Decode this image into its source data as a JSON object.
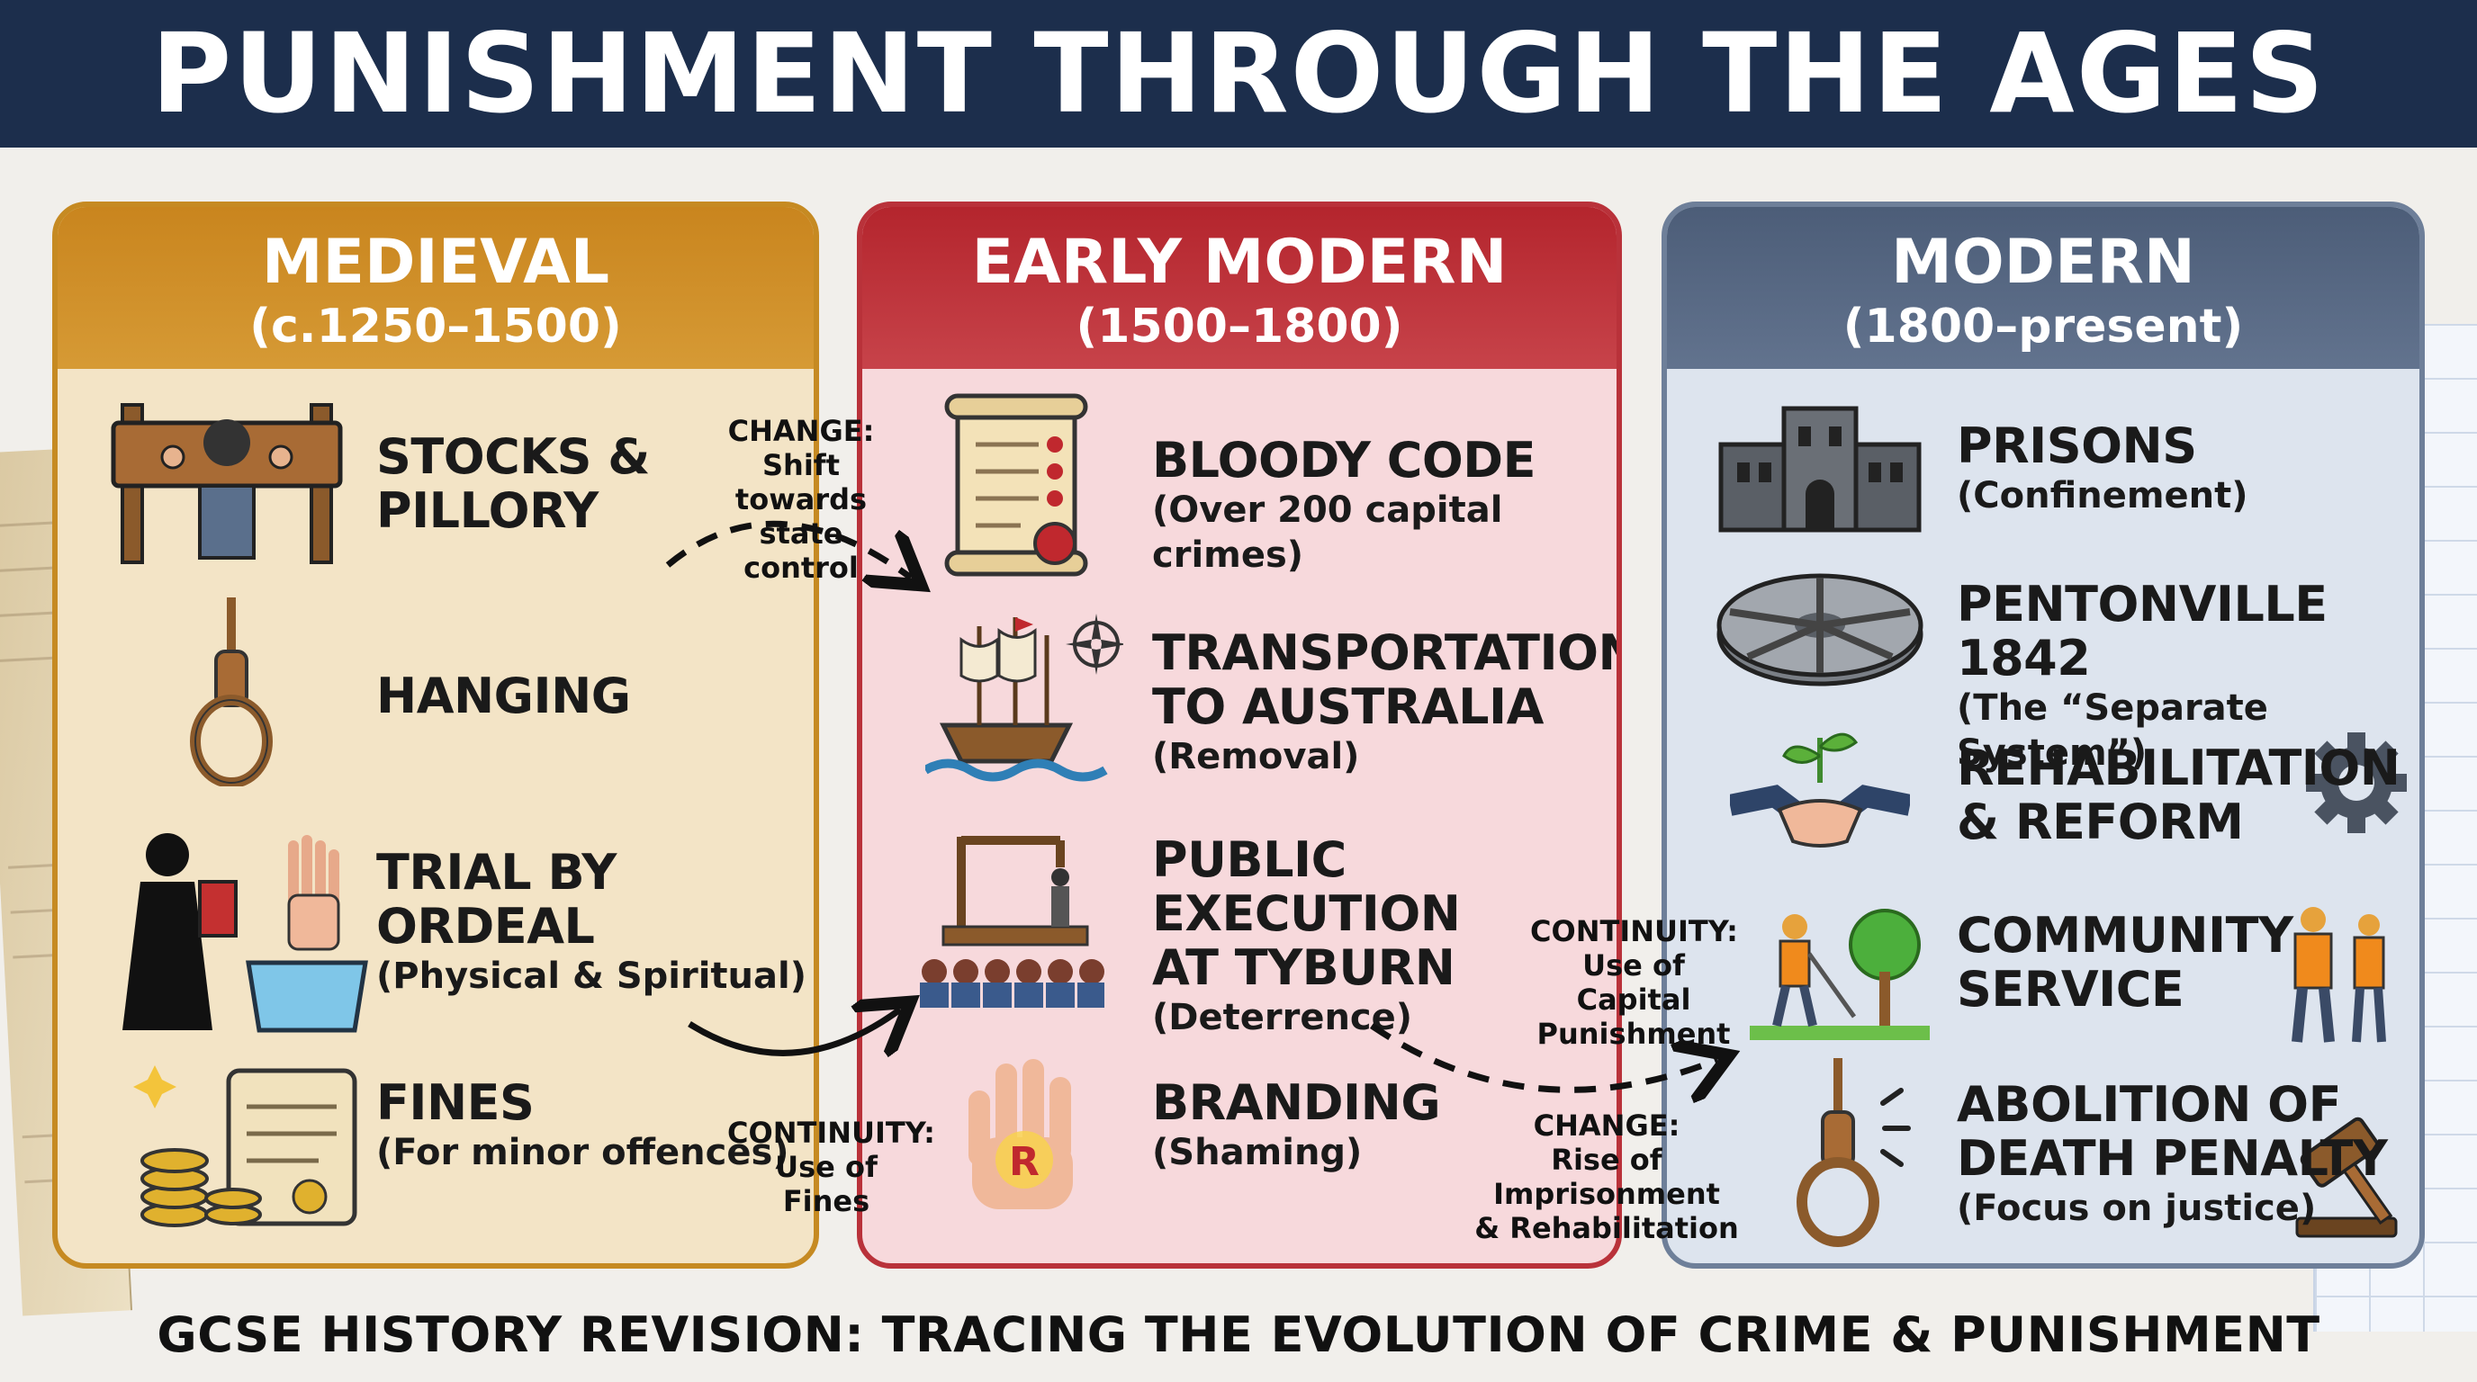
{
  "title": "PUNISHMENT THROUGH THE AGES",
  "footer": "GCSE HISTORY REVISION: TRACING THE EVOLUTION OF CRIME & PUNISHMENT",
  "periods": [
    {
      "name": "MEDIEVAL",
      "dates": "(c.1250–1500)",
      "items": [
        {
          "title_1": "STOCKS &",
          "title_2": "PILLORY",
          "sub": ""
        },
        {
          "title_1": "HANGING",
          "title_2": "",
          "sub": ""
        },
        {
          "title_1": "TRIAL BY",
          "title_2": "ORDEAL",
          "sub": "(Physical & Spiritual)"
        },
        {
          "title_1": "FINES",
          "title_2": "",
          "sub": "(For minor offences)"
        }
      ]
    },
    {
      "name": "EARLY MODERN",
      "dates": "(1500–1800)",
      "items": [
        {
          "title_1": "BLOODY CODE",
          "title_2": "",
          "sub": "(Over 200 capital crimes)"
        },
        {
          "title_1": "TRANSPORTATION",
          "title_2": "TO AUSTRALIA",
          "sub": "(Removal)"
        },
        {
          "title_1": "PUBLIC EXECUTION",
          "title_2": "AT TYBURN",
          "sub": "(Deterrence)"
        },
        {
          "title_1": "BRANDING",
          "title_2": "",
          "sub": "(Shaming)"
        }
      ]
    },
    {
      "name": "MODERN",
      "dates": "(1800–present)",
      "items": [
        {
          "title_1": "PRISONS",
          "title_2": "",
          "sub": "(Confinement)"
        },
        {
          "title_1": "PENTONVILLE 1842",
          "title_2": "",
          "sub": "(The “Separate System”)"
        },
        {
          "title_1": "REHABILITATION",
          "title_2": "& REFORM",
          "sub": ""
        },
        {
          "title_1": "COMMUNITY",
          "title_2": "SERVICE",
          "sub": ""
        },
        {
          "title_1": "ABOLITION OF",
          "title_2": "DEATH PENALTY",
          "sub": "(Focus on justice)"
        }
      ]
    }
  ],
  "notes": {
    "change_1": {
      "label": "CHANGE:",
      "line1": "Shift towards",
      "line2": "state control"
    },
    "continuity_1": {
      "label": "CONTINUITY:",
      "line1": "Use of Fines",
      "line2": ""
    },
    "continuity_2": {
      "label": "CONTINUITY:",
      "line1": "Use of Capital",
      "line2": "Punishment"
    },
    "change_2": {
      "label": "CHANGE:",
      "line1": "Rise of Imprisonment",
      "line2": "& Rehabilitation"
    }
  },
  "colors": {
    "banner": "#1c2e4c",
    "medieval": "#c9851e",
    "early_modern": "#b4252d",
    "modern": "#4c5d78"
  },
  "icons": {
    "medieval": [
      "stocks-icon",
      "noose-icon",
      "ordeal-icon",
      "coins-scroll-icon"
    ],
    "early_modern": [
      "scroll-seal-icon",
      "ship-compass-icon",
      "gallows-crowd-icon",
      "branded-hand-icon"
    ],
    "modern": [
      "prison-icon",
      "pentonville-icon",
      "handshake-sprout-icon",
      "workers-icon",
      "noose-gavel-icon"
    ]
  }
}
